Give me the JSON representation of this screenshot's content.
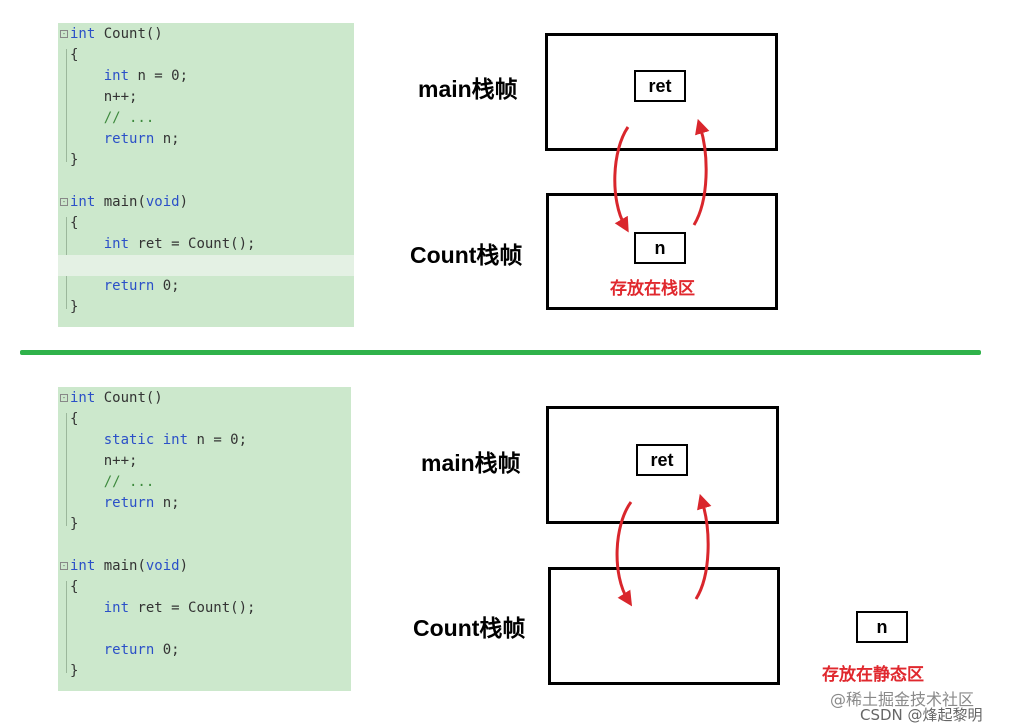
{
  "code_top": [
    [
      {
        "t": "int",
        "c": "kw"
      },
      {
        "t": " Count()"
      }
    ],
    [
      {
        "t": "{"
      }
    ],
    [
      {
        "t": "    "
      },
      {
        "t": "int",
        "c": "kw"
      },
      {
        "t": " n = 0;"
      }
    ],
    [
      {
        "t": "    n++;"
      }
    ],
    [
      {
        "t": "    "
      },
      {
        "t": "// ...",
        "c": "cm"
      }
    ],
    [
      {
        "t": "    "
      },
      {
        "t": "return",
        "c": "kw"
      },
      {
        "t": " n;"
      }
    ],
    [
      {
        "t": "}"
      }
    ],
    [
      {
        "t": ""
      }
    ],
    [
      {
        "t": "int",
        "c": "kw"
      },
      {
        "t": " main("
      },
      {
        "t": "void",
        "c": "kw"
      },
      {
        "t": ")"
      }
    ],
    [
      {
        "t": "{"
      }
    ],
    [
      {
        "t": "    "
      },
      {
        "t": "int",
        "c": "kw"
      },
      {
        "t": " ret = Count();"
      }
    ],
    [
      {
        "t": ""
      }
    ],
    [
      {
        "t": "    "
      },
      {
        "t": "return",
        "c": "kw"
      },
      {
        "t": " 0;"
      }
    ],
    [
      {
        "t": "}"
      }
    ]
  ],
  "code_bottom": [
    [
      {
        "t": "int",
        "c": "kw"
      },
      {
        "t": " Count()"
      }
    ],
    [
      {
        "t": "{"
      }
    ],
    [
      {
        "t": "    "
      },
      {
        "t": "static",
        "c": "kw"
      },
      {
        "t": " "
      },
      {
        "t": "int",
        "c": "kw"
      },
      {
        "t": " n = 0;"
      }
    ],
    [
      {
        "t": "    n++;"
      }
    ],
    [
      {
        "t": "    "
      },
      {
        "t": "// ...",
        "c": "cm"
      }
    ],
    [
      {
        "t": "    "
      },
      {
        "t": "return",
        "c": "kw"
      },
      {
        "t": " n;"
      }
    ],
    [
      {
        "t": "}"
      }
    ],
    [
      {
        "t": ""
      }
    ],
    [
      {
        "t": "int",
        "c": "kw"
      },
      {
        "t": " main("
      },
      {
        "t": "void",
        "c": "kw"
      },
      {
        "t": ")"
      }
    ],
    [
      {
        "t": "{"
      }
    ],
    [
      {
        "t": "    "
      },
      {
        "t": "int",
        "c": "kw"
      },
      {
        "t": " ret = Count();"
      }
    ],
    [
      {
        "t": ""
      }
    ],
    [
      {
        "t": "    "
      },
      {
        "t": "return",
        "c": "kw"
      },
      {
        "t": " 0;"
      }
    ],
    [
      {
        "t": "}"
      }
    ]
  ],
  "diagram_top": {
    "main_label": "main栈帧",
    "count_label": "Count栈帧",
    "ret_var": "ret",
    "n_var": "n",
    "note": "存放在栈区"
  },
  "diagram_bottom": {
    "main_label": "main栈帧",
    "count_label": "Count栈帧",
    "ret_var": "ret",
    "n_var": "n",
    "note": "存放在静态区"
  },
  "watermark": {
    "line1": "@稀土掘金技术社区",
    "line2": "CSDN @烽起黎明"
  },
  "colors": {
    "arrow": "#d9262c",
    "divider": "#2fb24a",
    "code_bg": "#cce8cc"
  }
}
